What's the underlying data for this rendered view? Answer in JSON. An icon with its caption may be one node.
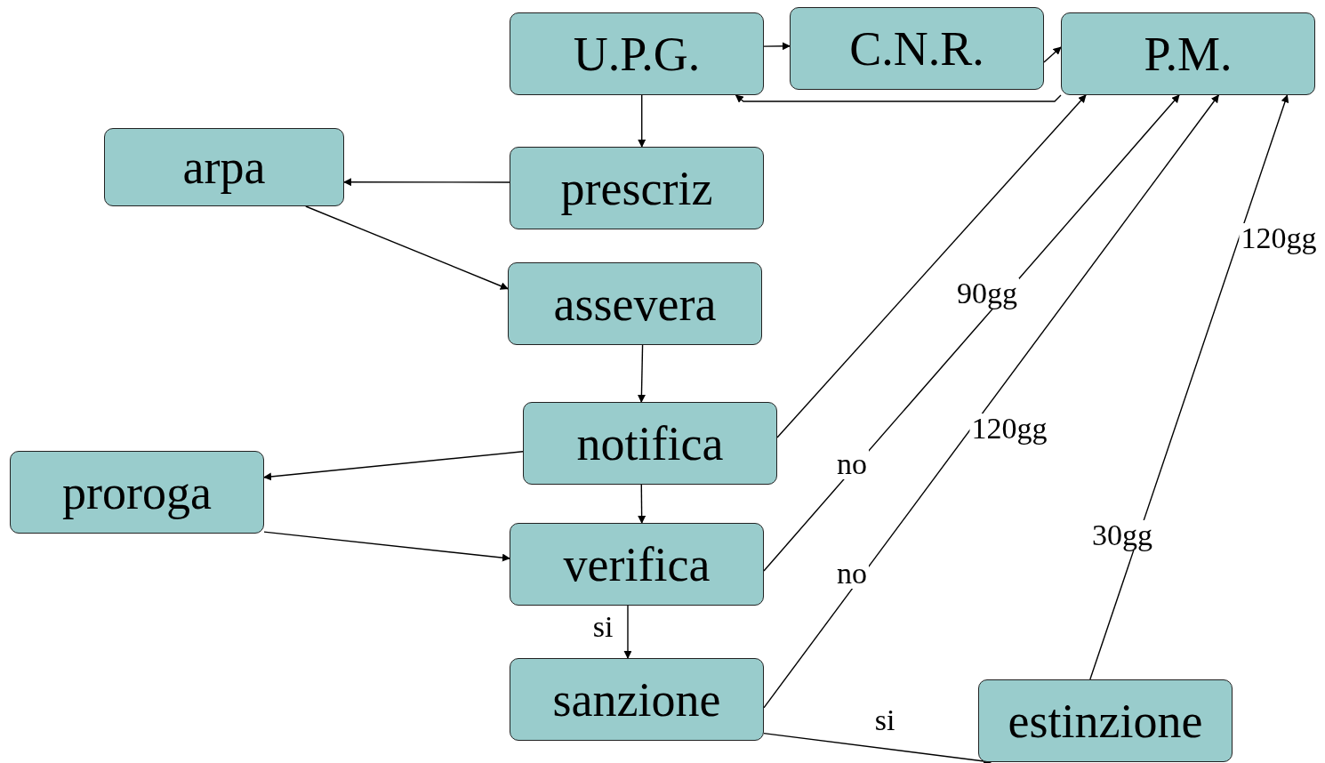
{
  "diagram": {
    "nodes": [
      {
        "text": [
          "U.P.G."
        ]
      },
      {
        "text": [
          "C.N.R."
        ]
      },
      {
        "text": [
          "P.M."
        ]
      },
      {
        "text": [
          "arpa"
        ]
      },
      {
        "text": [
          "prescriz"
        ]
      },
      {
        "text": [
          "assevera"
        ]
      },
      {
        "text": [
          "notifica"
        ]
      },
      {
        "text": [
          "proroga"
        ]
      },
      {
        "text": [
          "verifica"
        ]
      },
      {
        "text": [
          "sanzione"
        ]
      },
      {
        "text": [
          "estinzione"
        ]
      }
    ],
    "edges": [
      {
        "from": 0,
        "to": 1,
        "arrow": "to"
      },
      {
        "from": 1,
        "to": 2,
        "arrow": "to"
      },
      {
        "from": 2,
        "to": 0,
        "arrow": "to"
      },
      {
        "from": 0,
        "to": 4,
        "arrow": "to"
      },
      {
        "from": 4,
        "to": 3,
        "arrow": "to"
      },
      {
        "from": 3,
        "to": 5,
        "arrow": "to"
      },
      {
        "from": 5,
        "to": 6,
        "arrow": "to"
      },
      {
        "from": 6,
        "to": 7,
        "arrow": "to"
      },
      {
        "from": 6,
        "to": 8,
        "arrow": "to"
      },
      {
        "from": 7,
        "to": 8,
        "arrow": "to"
      },
      {
        "from": 8,
        "to": 9,
        "arrow": "to",
        "label": "si"
      },
      {
        "from": 6,
        "to": 2,
        "arrow": "to"
      },
      {
        "from": 8,
        "to": 2,
        "arrow": "to",
        "label": "no"
      },
      {
        "from": 9,
        "to": 2,
        "arrow": "to",
        "label": "no"
      },
      {
        "from": 9,
        "to": 10,
        "arrow": "to",
        "label": "si"
      },
      {
        "from": 10,
        "to": 2,
        "arrow": "to",
        "label": "30gg"
      }
    ],
    "labels": [
      "120gg",
      "90gg",
      "120gg"
    ]
  }
}
